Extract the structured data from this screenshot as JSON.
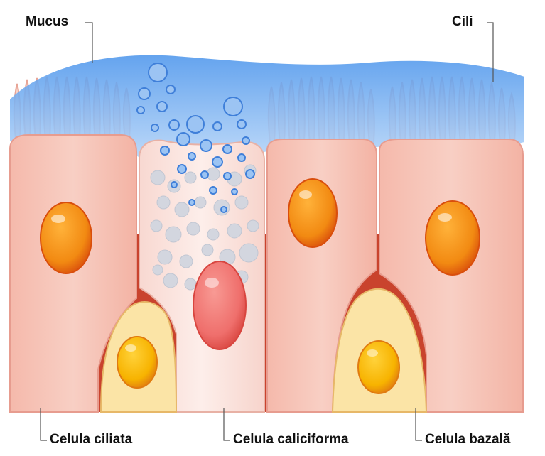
{
  "diagram": {
    "labels": {
      "mucus": "Mucus",
      "cili": "Cili",
      "celula_ciliata": "Celula ciliata",
      "celula_caliciforma": "Celula caliciforma",
      "celula_bazala": "Celula bazală"
    },
    "colors": {
      "ciliated_cell": "#f6c3b6",
      "ciliated_cell_edge": "#e79c8f",
      "goblet_cell": "#fbe3de",
      "basal_cell": "#fbe4a6",
      "basal_cell_edge": "#e7b868",
      "interstitial": "#c9432d",
      "mucus": "#6aaaf0",
      "nucleus_orange": "#f28a12",
      "nucleus_yellow": "#f7b300",
      "nucleus_pink": "#ef6f6c",
      "granules": "#d3d6df",
      "bubbles": "#3f7fd9"
    }
  }
}
